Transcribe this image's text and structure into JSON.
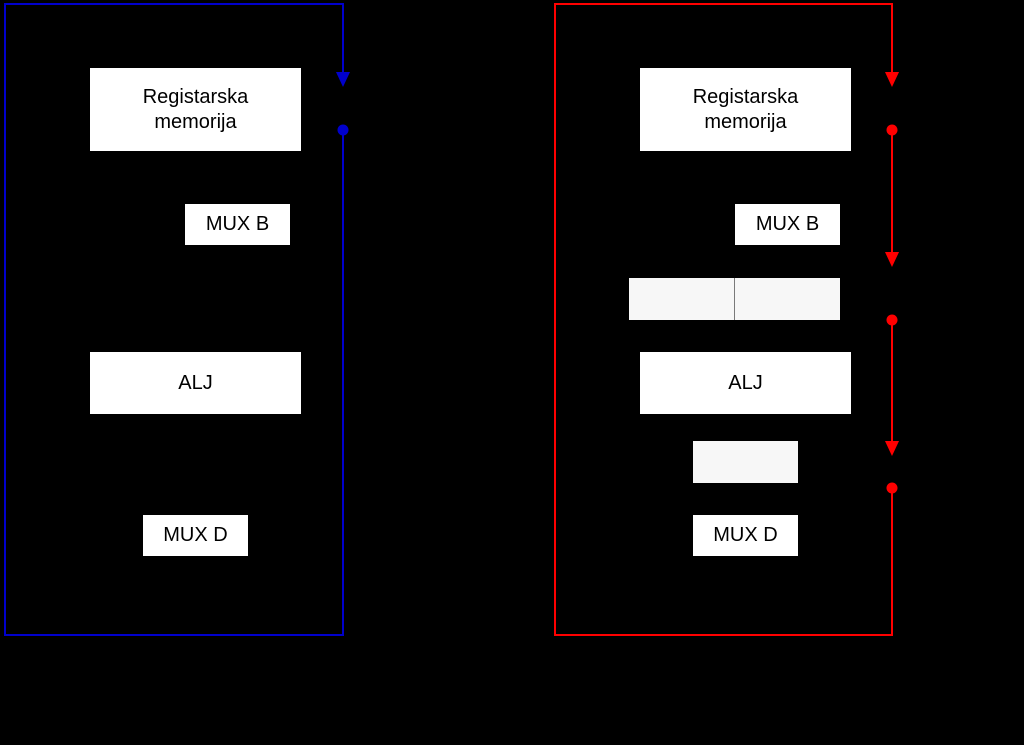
{
  "colors": {
    "background": "#000000",
    "box_fill": "#ffffff",
    "register_fill": "#f7f7f7",
    "left_datapath": "#0000cc",
    "right_datapath": "#ff0000"
  },
  "left_datapath": {
    "register_memory": "Registarska\nmemorija",
    "mux_b": "MUX B",
    "alu": "ALJ",
    "mux_d": "MUX D"
  },
  "right_datapath": {
    "register_memory": "Registarska\nmemorija",
    "mux_b": "MUX B",
    "pipeline_register_1": "",
    "alu": "ALJ",
    "pipeline_register_2": "",
    "mux_d": "MUX D"
  }
}
